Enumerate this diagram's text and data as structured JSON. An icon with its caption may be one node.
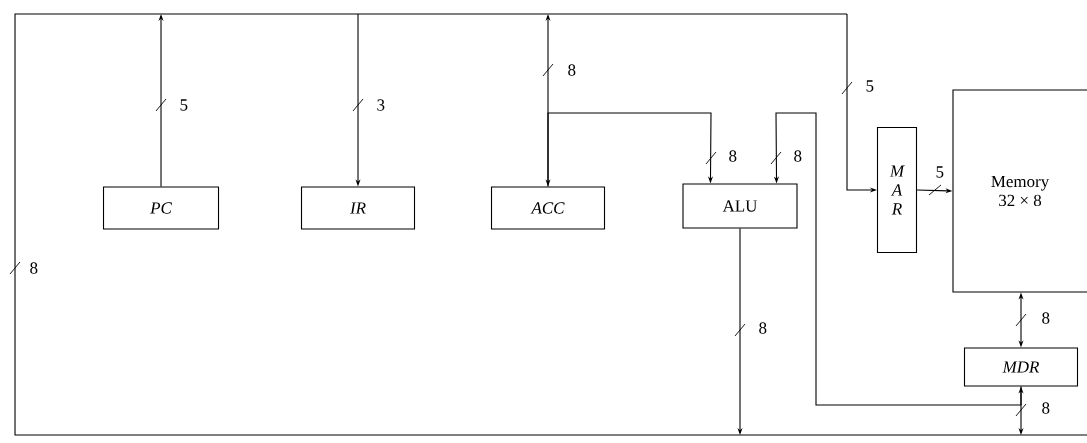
{
  "diagram": {
    "nodes": [
      {
        "text": [
          "PC"
        ]
      },
      {
        "text": [
          "IR"
        ]
      },
      {
        "text": [
          "ACC"
        ]
      },
      {
        "text": [
          "ALU"
        ]
      },
      {
        "text": [
          "MAR"
        ]
      },
      {
        "text": [
          "Memory",
          "32 × 8"
        ]
      },
      {
        "text": [
          "MDR"
        ]
      }
    ],
    "edges": [
      {
        "from": 0,
        "to": null,
        "arrow": "to",
        "label": "5"
      },
      {
        "from": null,
        "to": 1,
        "arrow": "to",
        "label": "3"
      },
      {
        "from": 2,
        "to": null,
        "arrow": "both",
        "label": "8"
      },
      {
        "from": 2,
        "to": 3,
        "arrow": "to",
        "label": "8"
      },
      {
        "from": 6,
        "to": 3,
        "arrow": "to",
        "label": "8"
      },
      {
        "from": 3,
        "to": null,
        "arrow": "to",
        "label": "8"
      },
      {
        "from": null,
        "to": 4,
        "arrow": "to",
        "label": "5"
      },
      {
        "from": 4,
        "to": 5,
        "arrow": "to",
        "label": "5"
      },
      {
        "from": 5,
        "to": 6,
        "arrow": "both",
        "label": "8"
      },
      {
        "from": 6,
        "to": null,
        "arrow": "both",
        "label": "8"
      }
    ],
    "labels": [
      "8"
    ]
  }
}
